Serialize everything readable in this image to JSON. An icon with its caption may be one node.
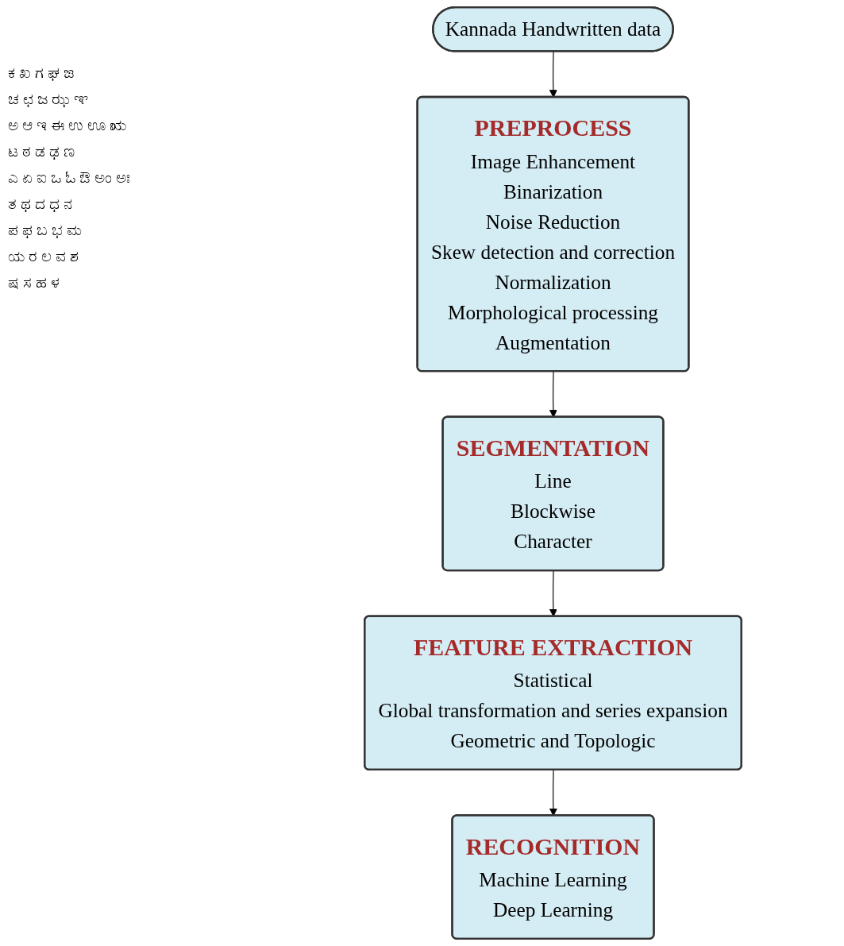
{
  "diagram": {
    "nodes": [
      {
        "text": [
          "Kannada Handwritten data"
        ]
      },
      {
        "text": [
          "PREPROCESS",
          "Image Enhancement",
          "Binarization",
          "Noise Reduction",
          "Skew detection and correction",
          "Normalization",
          "Morphological processing",
          "Augmentation"
        ]
      },
      {
        "text": [
          "SEGMENTATION",
          "Line",
          "Blockwise",
          "Character"
        ]
      },
      {
        "text": [
          "FEATURE EXTRACTION",
          "Statistical",
          "Global transformation and series expansion",
          "Geometric and Topologic"
        ]
      },
      {
        "text": [
          "RECOGNITION",
          "Machine Learning",
          "Deep Learning"
        ]
      }
    ],
    "edges": [
      {
        "from": 0,
        "to": 1,
        "arrow": "to"
      },
      {
        "from": 1,
        "to": 2,
        "arrow": "to"
      },
      {
        "from": 2,
        "to": 3,
        "arrow": "to"
      },
      {
        "from": 3,
        "to": 4,
        "arrow": "to"
      }
    ],
    "labels": [
      "ಕ ಖ ಗ ಘ ಙ",
      "ಚ ಛ ಜ ಝ ಞ",
      "ಅ ಆ ಇ ಈ ಉ ಊ ಋ",
      "ಟ ಠ ಡ ಢ ಣ",
      "ಎ ಏ ಐ ಒ ಓ ಔ ಅಂ ಅಃ",
      "ತ ಥ ದ ಧ ನ",
      "ಪ ಫ ಬ ಭ ಮ",
      "ಯ ರ ಲ ವ ಶ",
      "ಷ ಸ ಹ ಳ"
    ]
  }
}
